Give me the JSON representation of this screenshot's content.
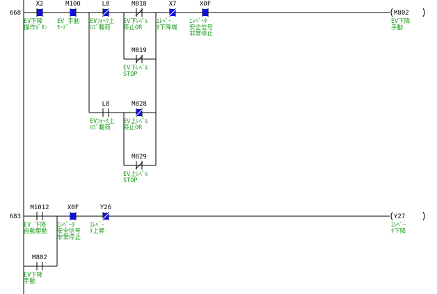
{
  "colors": {
    "comment": "#1a9a1a",
    "monitor_on": "#1010e0",
    "wire": "#000000"
  },
  "rungs": [
    {
      "step": "668",
      "coil": {
        "device": "M802",
        "comment": [
          "EV下降",
          "手動"
        ]
      },
      "contacts": [
        {
          "device": "X2",
          "type": "NO",
          "monitor": "on",
          "comment": [
            "EV下降",
            "操作ﾎﾞﾀﾝ"
          ]
        },
        {
          "device": "M100",
          "type": "NO",
          "monitor": "on",
          "comment": [
            "EV 手動",
            "ﾓｰﾄﾞ"
          ]
        },
        {
          "device": "L8",
          "type": "NC",
          "monitor": "on",
          "comment": [
            "EVﾌｫｰｸ上",
            "ｶｺﾞ載荷"
          ]
        },
        {
          "device": "M818",
          "type": "NC",
          "monitor": "off",
          "comment": [
            "EV下ﾚﾍﾞﾙ",
            "停止OR"
          ]
        },
        {
          "device": "X7",
          "type": "NC",
          "monitor": "on",
          "comment": [
            "ｴﾚﾍﾞｰ",
            "ﾀ下降端"
          ]
        },
        {
          "device": "X0F",
          "type": "NO",
          "monitor": "on",
          "comment": [
            "ｴﾚﾍﾞｰﾀ",
            "安全信号",
            "非常停止"
          ]
        },
        {
          "device": "M819",
          "type": "NC",
          "monitor": "off",
          "comment": [
            "EV下ﾚﾍﾞﾙ",
            "STOP"
          ]
        },
        {
          "device": "L8",
          "type": "NO",
          "monitor": "off",
          "comment": [
            "EVﾌｫｰｸ上",
            "ｶｺﾞ載荷"
          ]
        },
        {
          "device": "M828",
          "type": "NC",
          "monitor": "on",
          "comment": [
            "EV上ﾚﾍﾞﾙ",
            "停止OR"
          ]
        },
        {
          "device": "M829",
          "type": "NC",
          "monitor": "off",
          "comment": [
            "EV上ﾚﾍﾞﾙ",
            "STOP"
          ]
        }
      ]
    },
    {
      "step": "683",
      "coil": {
        "device": "Y27",
        "comment": [
          "ｴﾚﾍﾞｰ",
          "ﾀ下降"
        ]
      },
      "contacts": [
        {
          "device": "M1012",
          "type": "NO",
          "monitor": "off",
          "comment": [
            "EV 下降",
            "自動駆動"
          ]
        },
        {
          "device": "X0F",
          "type": "NO",
          "monitor": "on",
          "comment": [
            "ｴﾚﾍﾞｰﾀ",
            "安全信号",
            "非常停止"
          ]
        },
        {
          "device": "Y26",
          "type": "NC",
          "monitor": "on",
          "comment": [
            "ｴﾚﾍﾞｰ",
            "ﾀ上昇"
          ]
        },
        {
          "device": "M802",
          "type": "NO",
          "monitor": "off",
          "comment": [
            "EV下降",
            "手動"
          ]
        }
      ]
    }
  ]
}
